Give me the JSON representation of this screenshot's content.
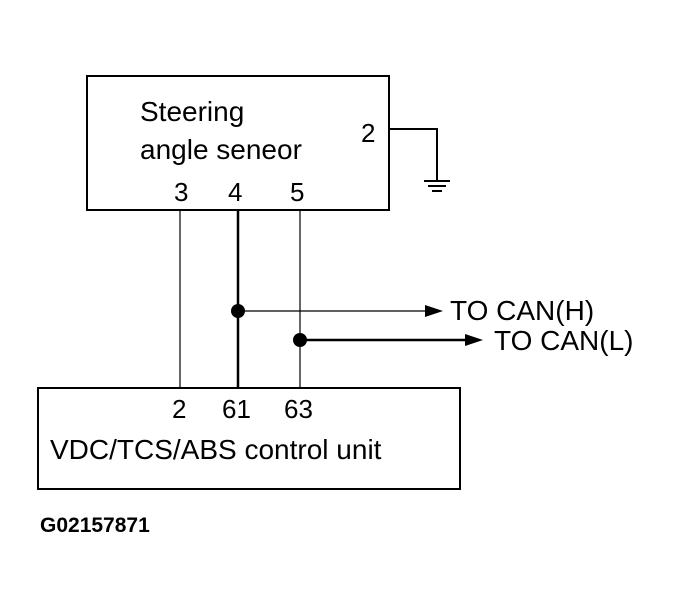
{
  "sensor_box": {
    "title_line1": "Steering",
    "title_line2": "angle seneor",
    "pin_ground": "2",
    "pin_a": "3",
    "pin_b": "4",
    "pin_c": "5"
  },
  "control_unit": {
    "label": "VDC/TCS/ABS control unit",
    "pin_a": "2",
    "pin_b": "61",
    "pin_c": "63"
  },
  "signals": {
    "can_h": "TO CAN(H)",
    "can_l": "TO CAN(L)"
  },
  "figure_code": "G02157871",
  "colors": {
    "line": "#000000",
    "background": "#ffffff"
  }
}
